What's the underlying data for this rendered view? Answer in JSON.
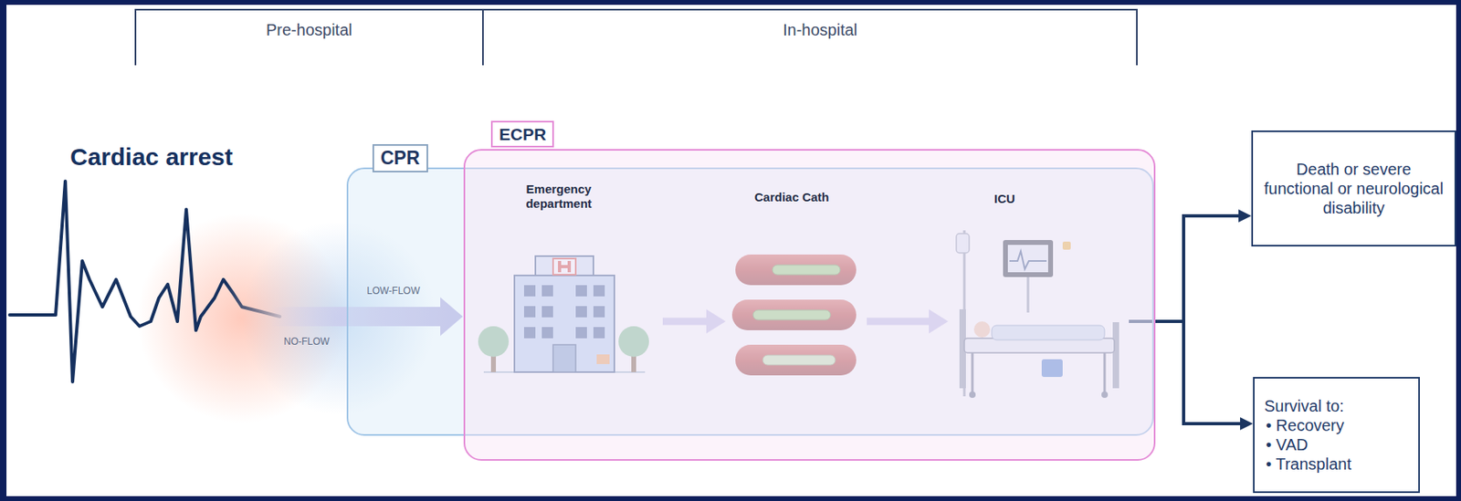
{
  "diagram": {
    "nodes": [
      {
        "text": [
          "CPR"
        ]
      },
      {
        "text": [
          "ECPR"
        ]
      },
      {
        "text": [
          "Emergency department"
        ],
        "in": 1
      },
      {
        "text": [
          "Cardiac Cath"
        ],
        "in": 1
      },
      {
        "text": [
          "ICU"
        ],
        "in": 1
      },
      {
        "text": [
          "Death or severe functional or neurological disability"
        ]
      },
      {
        "text": [
          "Survival to:",
          "• Recovery",
          "• VAD",
          "• Transplant"
        ]
      }
    ],
    "edges": [
      {
        "from": 2,
        "to": 3,
        "arrow": "to"
      },
      {
        "from": 3,
        "to": 4,
        "arrow": "to"
      },
      {
        "from": 4,
        "to": 5,
        "arrow": "to"
      },
      {
        "from": 4,
        "to": 6,
        "arrow": "to"
      }
    ],
    "labels": [
      "Pre-hospital",
      "In-hospital",
      "Cardiac arrest",
      "LOW-FLOW",
      "NO-FLOW"
    ]
  }
}
